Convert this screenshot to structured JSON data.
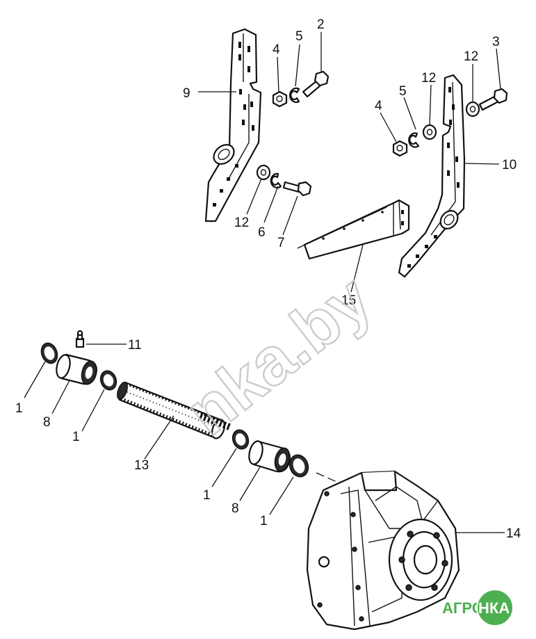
{
  "diagram": {
    "callouts": {
      "c1a": "1",
      "c1b": "1",
      "c1c": "1",
      "c1d": "1",
      "c2": "2",
      "c3": "3",
      "c4a": "4",
      "c4b": "4",
      "c5a": "5",
      "c5b": "5",
      "c6": "6",
      "c7": "7",
      "c8a": "8",
      "c8b": "8",
      "c9": "9",
      "c10": "10",
      "c11": "11",
      "c12a": "12",
      "c12b": "12",
      "c12c": "12",
      "c13": "13",
      "c14": "14",
      "c15": "15"
    },
    "watermark": "nka.by",
    "logo": {
      "left": "АГРО",
      "right": "НКА",
      "color": "#4caf50"
    }
  }
}
